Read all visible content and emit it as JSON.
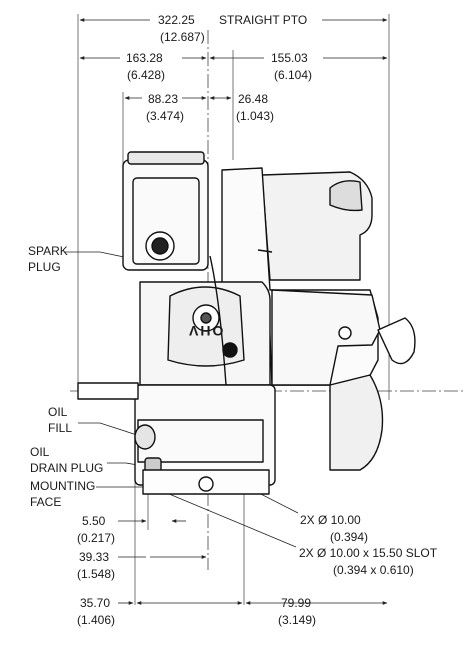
{
  "dimensions": {
    "overall": {
      "value": "322.25",
      "inch": "(12.687)",
      "label": "STRAIGHT PTO"
    },
    "left_to_center": {
      "value": "163.28",
      "inch": "(6.428)"
    },
    "center_to_right": {
      "value": "155.03",
      "inch": "(6.104)"
    },
    "spark_offset": {
      "value": "88.23",
      "inch": "(3.474)"
    },
    "pto_offset": {
      "value": "26.48",
      "inch": "(1.043)"
    },
    "hole_offset": {
      "value": "5.50",
      "inch": "(0.217)"
    },
    "base_to_center": {
      "value": "39.33",
      "inch": "(1.548)"
    },
    "base_left": {
      "value": "35.70",
      "inch": "(1.406)"
    },
    "base_right": {
      "value": "79.99",
      "inch": "(3.149)"
    }
  },
  "callouts": {
    "spark_plug": [
      "SPARK",
      "PLUG"
    ],
    "oil_fill": [
      "OIL",
      "FILL"
    ],
    "oil_drain": [
      "OIL",
      "DRAIN PLUG"
    ],
    "mounting_face": [
      "MOUNTING",
      "FACE"
    ],
    "hole": {
      "value": "2X Ø 10.00",
      "inch": "(0.394)"
    },
    "slot": {
      "value": "2X Ø 10.00 x 15.50 SLOT",
      "inch": "(0.394 x 0.610)"
    }
  },
  "badge": {
    "text": "OHV"
  }
}
